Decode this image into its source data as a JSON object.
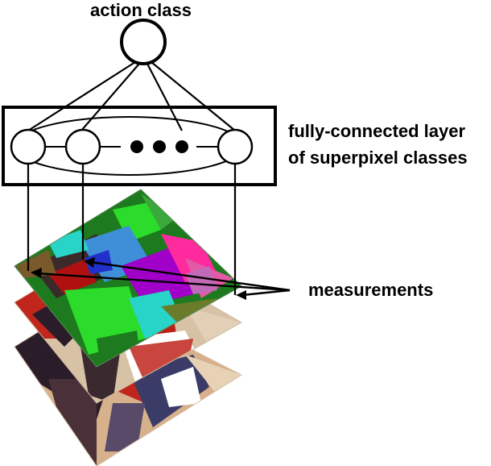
{
  "labels": {
    "top_node": "action class",
    "layer_line1": "fully-connected layer",
    "layer_line2": "of superpixel classes",
    "measurements": "measurements"
  },
  "colors": {
    "stroke": "#000000",
    "background": "#ffffff",
    "segment_palette": [
      "#1e7a1e",
      "#2bdc2b",
      "#a000c8",
      "#3f8fd8",
      "#e25aa6",
      "#ff2a9e",
      "#28d4c8",
      "#6a7c2a",
      "#b01010",
      "#7a5a2a"
    ],
    "photo_palette": [
      "#c0261c",
      "#2a1c28",
      "#d8c2a6",
      "#d7b08c",
      "#ffffff",
      "#3b3b68"
    ]
  },
  "structure": {
    "superpixel_nodes": 3,
    "ellipsis_dots": 3,
    "stacked_frames": 3
  }
}
